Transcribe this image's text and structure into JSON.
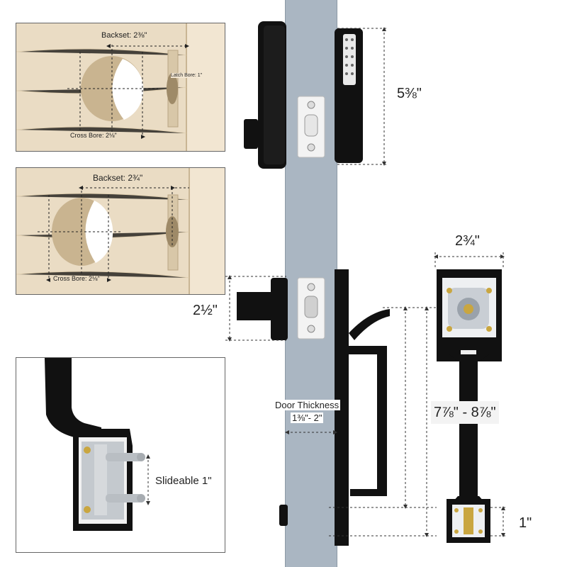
{
  "panel1": {
    "backset": "Backset: 2⅜\"",
    "latch_bore": "Latch Bore: 1\"",
    "cross_bore": "Cross Bore: 2⅛\""
  },
  "panel2": {
    "backset": "Backset: 2¾\"",
    "cross_bore": "Cross Bore: 2⅛\""
  },
  "deadbolt": {
    "height": "5⅜\""
  },
  "handleset": {
    "escutcheon_width": "2¾\"",
    "latch_height": "2½\"",
    "handle_span": "7⅞\" - 8⅞\"",
    "bottom_plate": "1\""
  },
  "door": {
    "thickness_label": "Door Thickness",
    "thickness_value": "1⅜\"- 2\""
  },
  "detail": {
    "slideable": "Slideable 1\""
  },
  "colors": {
    "door": "#aab6c2",
    "wood": "#eadcc4",
    "hardware": "#111111",
    "brass": "#c9a640"
  }
}
